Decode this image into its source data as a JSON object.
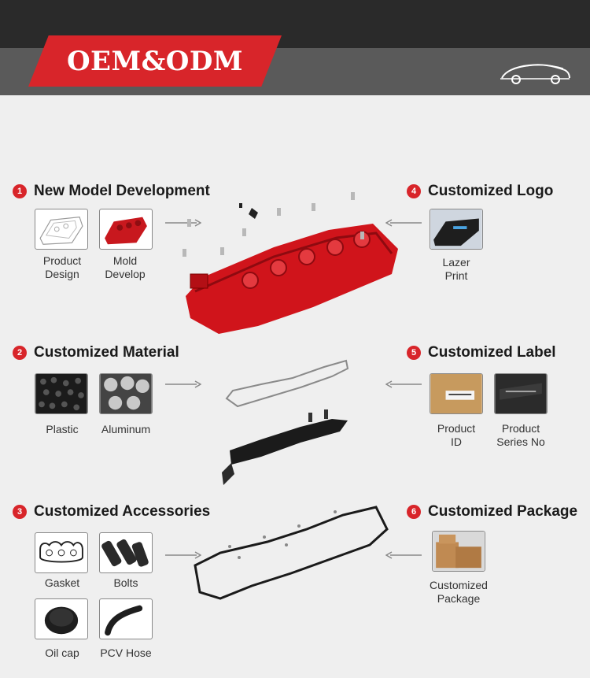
{
  "header": {
    "banner_text": "OEM&ODM"
  },
  "sections": [
    {
      "number": "1",
      "title": "New Model Development",
      "items": [
        {
          "label": "Product\nDesign"
        },
        {
          "label": "Mold\nDevelop"
        }
      ]
    },
    {
      "number": "2",
      "title": "Customized Material",
      "items": [
        {
          "label": "Plastic"
        },
        {
          "label": "Aluminum"
        }
      ]
    },
    {
      "number": "3",
      "title": "Customized Accessories",
      "items": [
        {
          "label": "Gasket"
        },
        {
          "label": "Bolts"
        },
        {
          "label": "Oil cap"
        },
        {
          "label": "PCV Hose"
        }
      ]
    },
    {
      "number": "4",
      "title": "Customized Logo",
      "items": [
        {
          "label": "Lazer\nPrint"
        }
      ]
    },
    {
      "number": "5",
      "title": "Customized Label",
      "items": [
        {
          "label": "Product\nID"
        },
        {
          "label": "Product\nSeries No"
        }
      ]
    },
    {
      "number": "6",
      "title": "Customized Package",
      "items": [
        {
          "label": "Customized\nPackage"
        }
      ]
    }
  ],
  "colors": {
    "accent": "#d8252a",
    "header_dark": "#2a2a2a",
    "header_band": "#5a5a5a",
    "background": "#efefef"
  },
  "icons": [
    "car-logo-icon",
    "arrow-right-icon",
    "arrow-left-icon"
  ]
}
